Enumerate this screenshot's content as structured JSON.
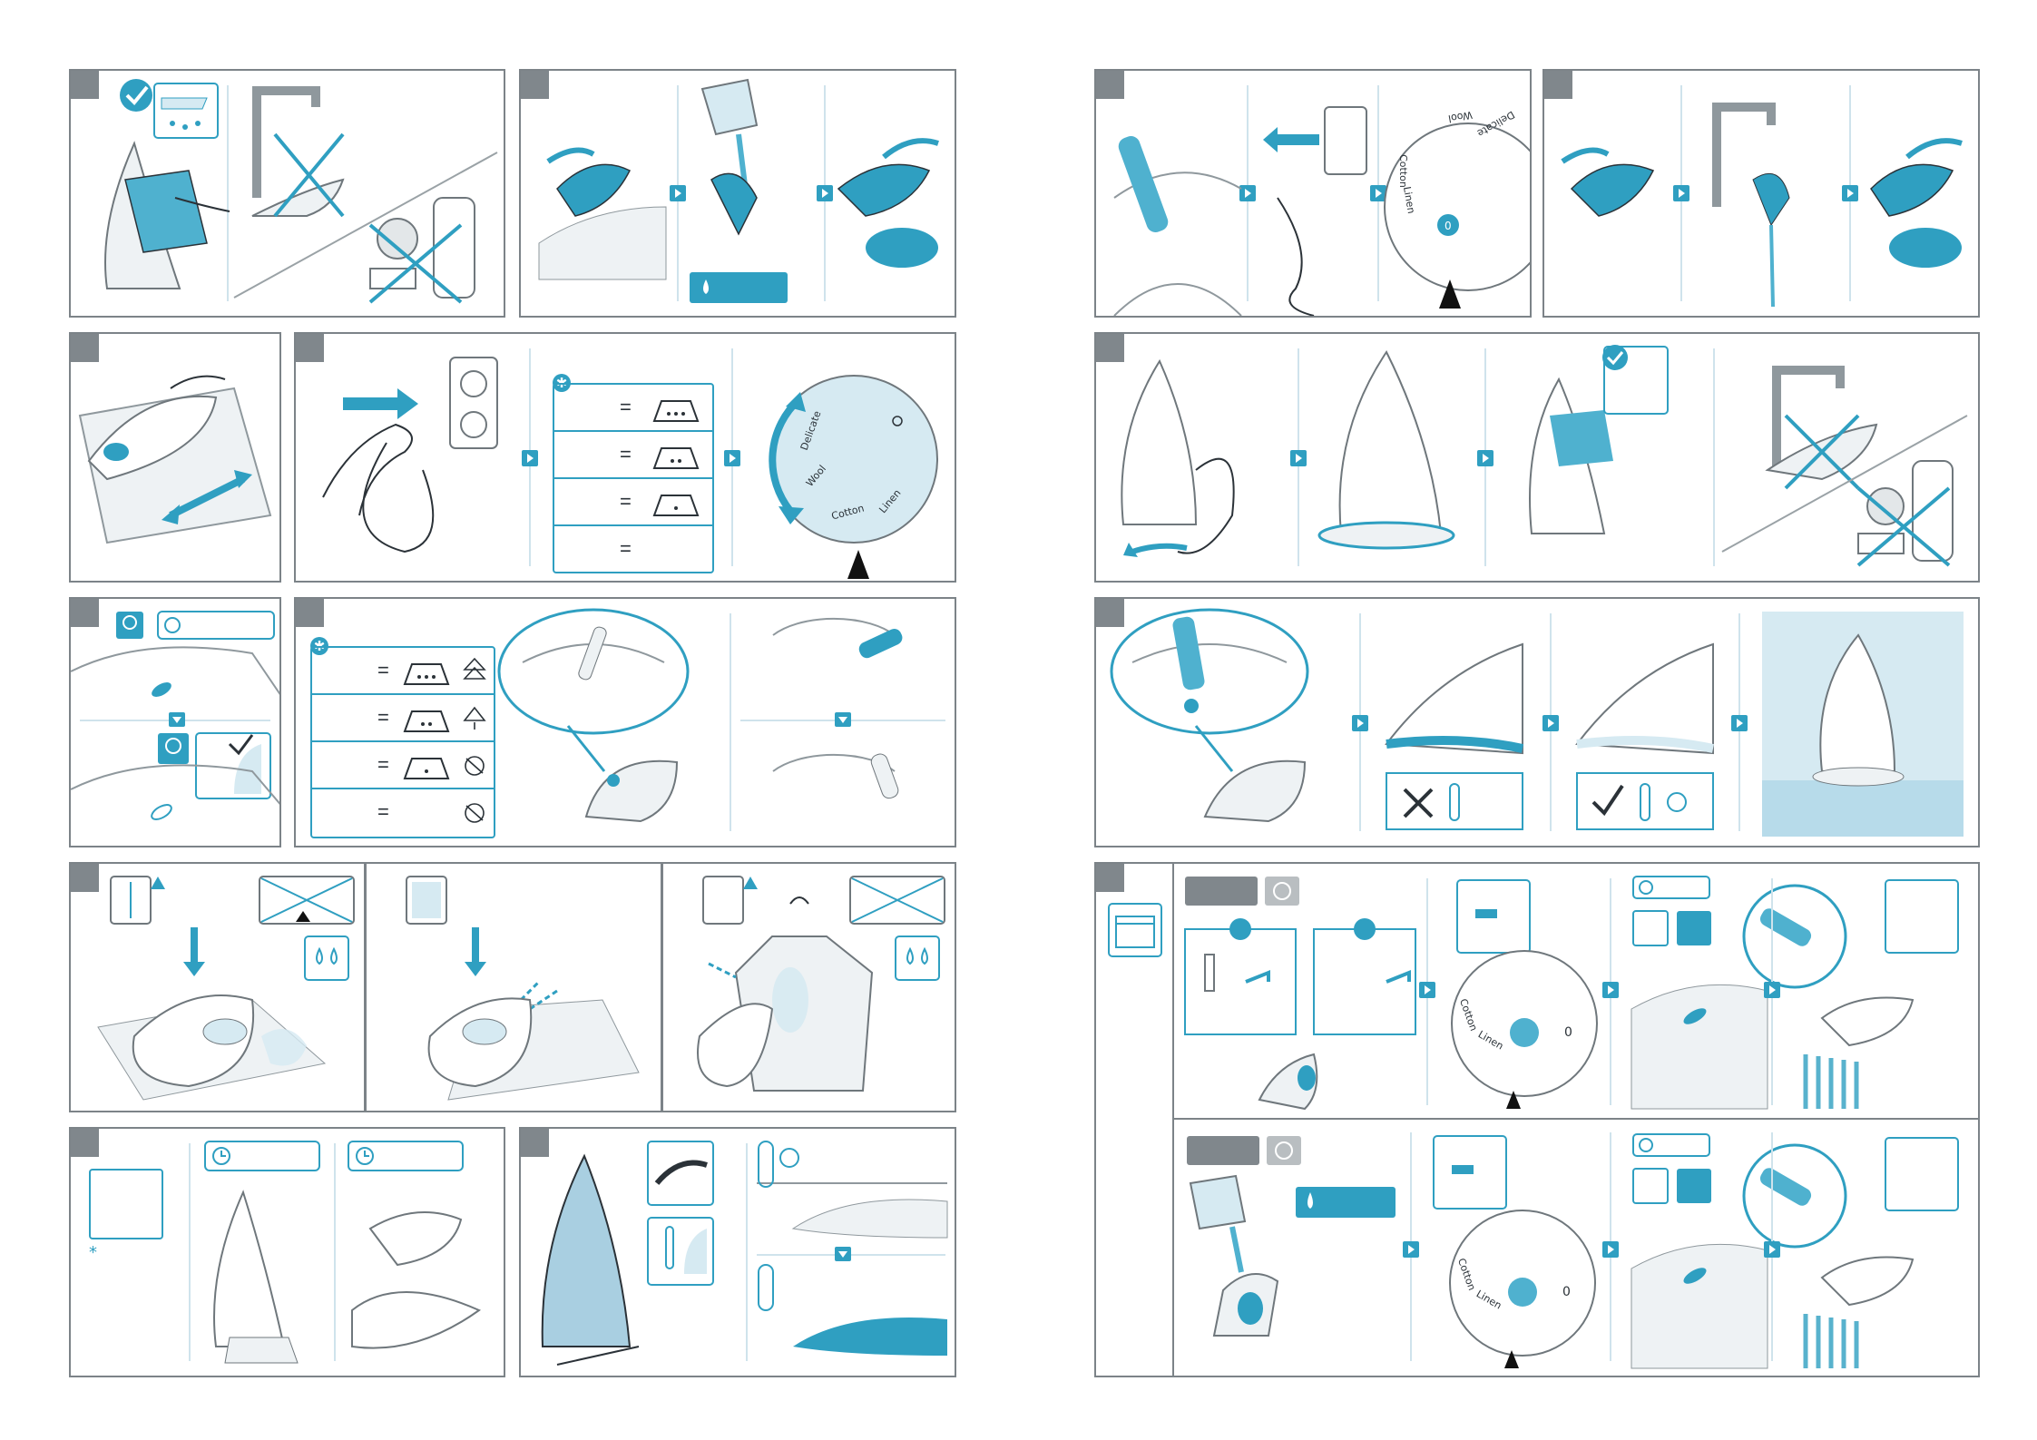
{
  "colors": {
    "accent": "#2f9fc1",
    "accent_light": "#d6eaf2",
    "frame": "#7c8388",
    "ink": "#2b3238"
  },
  "heat_settings": {
    "marker": "✱",
    "eq_sign": "=",
    "rows": [
      "=",
      "=",
      "=",
      "="
    ]
  },
  "dial": {
    "left": {
      "labels": [
        "Delicate",
        "Wool",
        "Cotton",
        "Linen"
      ],
      "zero": "0"
    },
    "right": {
      "labels": [
        "Delicate",
        "Wool",
        "Cotton",
        "Linen"
      ],
      "zero": "0"
    },
    "descale_top": {
      "labels": [
        "Cotton",
        "Linen"
      ],
      "zero": "0"
    },
    "descale_bottom": {
      "labels": [
        "Cotton",
        "Linen"
      ],
      "zero": "0"
    }
  },
  "footnote_marker": "*",
  "icons": [
    "check-icon",
    "damp-cloth-icon",
    "tap-icon",
    "detergent-icon",
    "sponge-icon",
    "plug-icon",
    "socket-icon",
    "clock-icon",
    "light-bulb-icon",
    "thermometer-icon",
    "steam-icon",
    "snowflake-icon",
    "warning-icon",
    "calendar-icon",
    "refresh-icon",
    "water-drop-icon",
    "bottle-icon",
    "jug-icon"
  ]
}
